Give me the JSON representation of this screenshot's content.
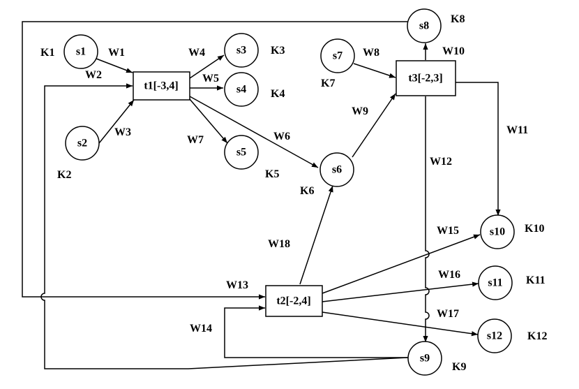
{
  "places": [
    {
      "id": "s1",
      "label": "s1",
      "token": "K1"
    },
    {
      "id": "s2",
      "label": "s2",
      "token": "K2"
    },
    {
      "id": "s3",
      "label": "s3",
      "token": "K3"
    },
    {
      "id": "s4",
      "label": "s4",
      "token": "K4"
    },
    {
      "id": "s5",
      "label": "s5",
      "token": "K5"
    },
    {
      "id": "s6",
      "label": "s6",
      "token": "K6"
    },
    {
      "id": "s7",
      "label": "s7",
      "token": "K7"
    },
    {
      "id": "s8",
      "label": "s8",
      "token": "K8"
    },
    {
      "id": "s9",
      "label": "s9",
      "token": "K9"
    },
    {
      "id": "s10",
      "label": "s10",
      "token": "K10"
    },
    {
      "id": "s11",
      "label": "s11",
      "token": "K11"
    },
    {
      "id": "s12",
      "label": "s12",
      "token": "K12"
    }
  ],
  "transitions": [
    {
      "id": "t1",
      "label": "t1[-3,4]"
    },
    {
      "id": "t2",
      "label": "t2[-2,4]"
    },
    {
      "id": "t3",
      "label": "t3[-2,3]"
    }
  ],
  "arcs": [
    {
      "id": "a1",
      "from": "s1",
      "to": "t1",
      "label": "W1"
    },
    {
      "id": "a2",
      "from": "s9",
      "to": "t1",
      "label": "W2"
    },
    {
      "id": "a3",
      "from": "s2",
      "to": "t1",
      "label": "W3"
    },
    {
      "id": "a4",
      "from": "t1",
      "to": "s3",
      "label": "W4"
    },
    {
      "id": "a5",
      "from": "t1",
      "to": "s4",
      "label": "W5"
    },
    {
      "id": "a6",
      "from": "t1",
      "to": "s6",
      "label": "W6"
    },
    {
      "id": "a7",
      "from": "t1",
      "to": "s5",
      "label": "W7"
    },
    {
      "id": "a8",
      "from": "s7",
      "to": "t3",
      "label": "W8"
    },
    {
      "id": "a9",
      "from": "s6",
      "to": "t3",
      "label": "W9"
    },
    {
      "id": "a10",
      "from": "t3",
      "to": "s8",
      "label": "W10"
    },
    {
      "id": "a11",
      "from": "t3",
      "to": "s10",
      "label": "W11"
    },
    {
      "id": "a12",
      "from": "t3",
      "to": "s9",
      "label": "W12"
    },
    {
      "id": "a13",
      "from": "s8",
      "to": "t2",
      "label": "W13"
    },
    {
      "id": "a14",
      "from": "s9",
      "to": "t2",
      "label": "W14"
    },
    {
      "id": "a15",
      "from": "t2",
      "to": "s10",
      "label": "W15"
    },
    {
      "id": "a16",
      "from": "t2",
      "to": "s11",
      "label": "W16"
    },
    {
      "id": "a17",
      "from": "t2",
      "to": "s12",
      "label": "W17"
    },
    {
      "id": "a18",
      "from": "t2",
      "to": "s6",
      "label": "W18"
    }
  ]
}
